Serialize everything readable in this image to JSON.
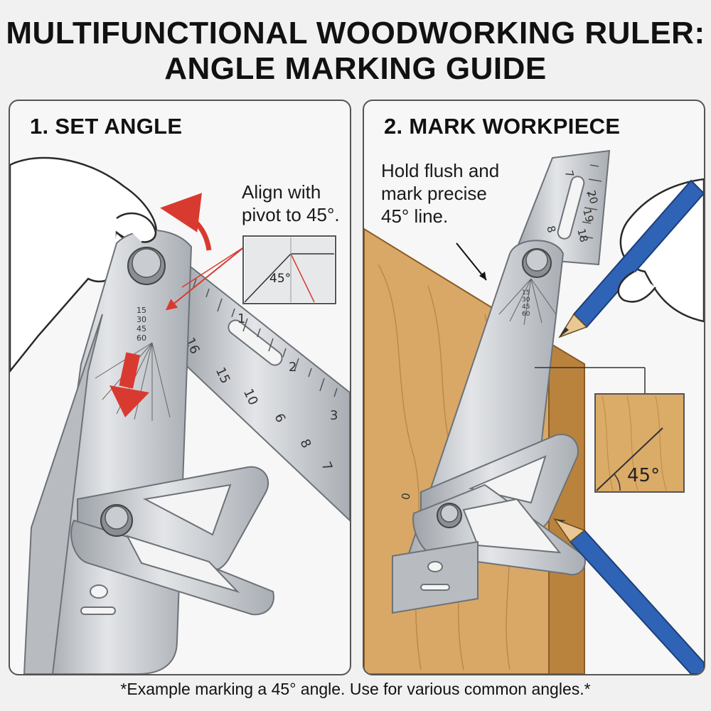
{
  "title": {
    "line1": "MULTIFUNCTIONAL WOODWORKING RULER:",
    "line2": "ANGLE MARKING GUIDE"
  },
  "panel_1": {
    "heading": "1. SET ANGLE",
    "callout": "Align with\npivot to 45°.",
    "inset_angle_label": "45°",
    "protractor_marks": [
      "15",
      "30",
      "45",
      "60"
    ],
    "ruler_numbers": [
      "16",
      "1",
      "15",
      "2",
      "10",
      "6",
      "3",
      "8",
      "7"
    ]
  },
  "panel_2": {
    "heading": "2. MARK WORKPIECE",
    "callout": "Hold flush and\nmark precise\n45° line.",
    "inset_angle_label": "45°",
    "protractor_marks": [
      "15",
      "30",
      "45",
      "60"
    ],
    "ruler_numbers": [
      "7",
      "20",
      "19",
      "18",
      "8",
      "0"
    ]
  },
  "footer": "*Example marking a 45° angle. Use for various common angles.*",
  "colors": {
    "steel": "#c9ccd0",
    "steel_dark": "#8f949a",
    "wood": "#d9a866",
    "wood_dark": "#b9833e",
    "arrow_red": "#d93a30",
    "pencil_blue": "#2f63b5"
  }
}
